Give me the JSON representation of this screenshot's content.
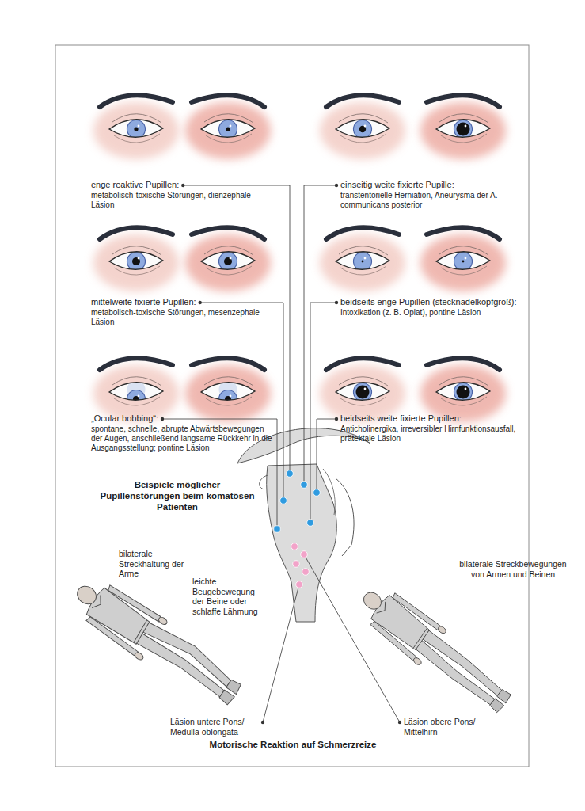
{
  "diagram": {
    "labels": [
      "enge reaktive Pupillen:",
      "metabolisch-toxische Störungen, dienzephale Läsion",
      "einseitig weite fixierte Pupille:",
      "transtentorielle Herniation, Aneurysma der A. communicans posterior",
      "mittelweite fixierte Pupillen:",
      "metabolisch-toxische Störungen, mesenzephale Läsion",
      "beidseits enge Pupillen (stecknadelkopfgroß):",
      "Intoxikation (z. B. Opiat), pontine Läsion",
      "„Ocular bobbing“:",
      "spontane, schnelle, abrupte Abwärtsbewegungen der Augen, anschließend langsame Rückkehr in die Ausgangsstellung; pontine Läsion",
      "beidseits weite fixierte Pupillen:",
      "Anticholinergika, irreversibler Hirnfunktionsausfall, prätektale Läsion",
      "Beispiele möglicher Pupillenstörungen beim komatösen Patienten",
      "bilaterale Streckhaltung der Arme",
      "leichte Beugebewegung der Beine oder schlaffe Lähmung",
      "bilaterale Streckbewegungen von Armen und Beinen",
      "Läsion untere Pons/ Medulla oblongata",
      "Läsion obere Pons/ Mittelhirn",
      "Motorische Reaktion auf Schmerzreize"
    ]
  }
}
